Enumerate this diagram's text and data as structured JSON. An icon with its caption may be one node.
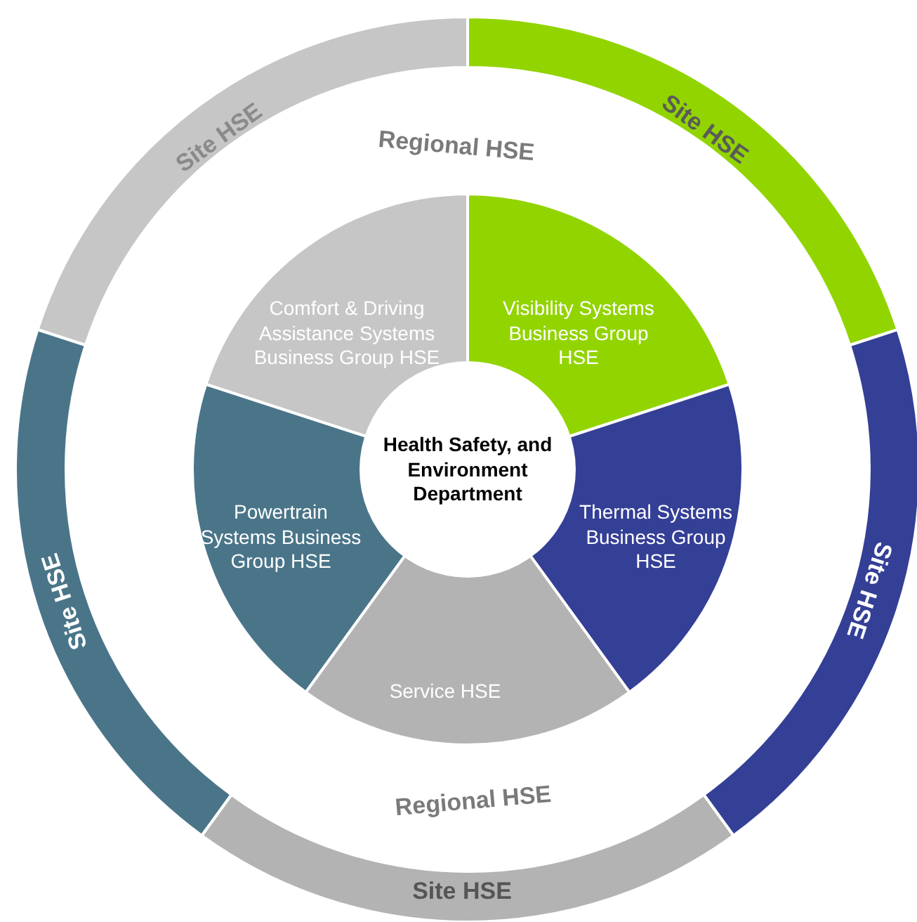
{
  "diagram": {
    "nodes": [
      {
        "text": [
          "Site HSE"
        ]
      },
      {
        "text": [
          "Site HSE"
        ]
      },
      {
        "text": [
          "Site HSE"
        ]
      },
      {
        "text": [
          "Site HSE"
        ]
      },
      {
        "text": [
          "Site HSE"
        ]
      },
      {
        "text": [
          "Comfort & Driving Assistance Systems Business Group HSE"
        ]
      },
      {
        "text": [
          "Visibility Systems Business Group HSE"
        ]
      },
      {
        "text": [
          "Powertrain Systems Business Group HSE"
        ]
      },
      {
        "text": [
          "Thermal Systems Business Group HSE"
        ]
      },
      {
        "text": [
          "Service HSE"
        ]
      },
      {
        "text": [
          "Health Safety, and Environment Department"
        ]
      }
    ],
    "labels": [
      "Regional HSE",
      "Regional HSE"
    ]
  }
}
